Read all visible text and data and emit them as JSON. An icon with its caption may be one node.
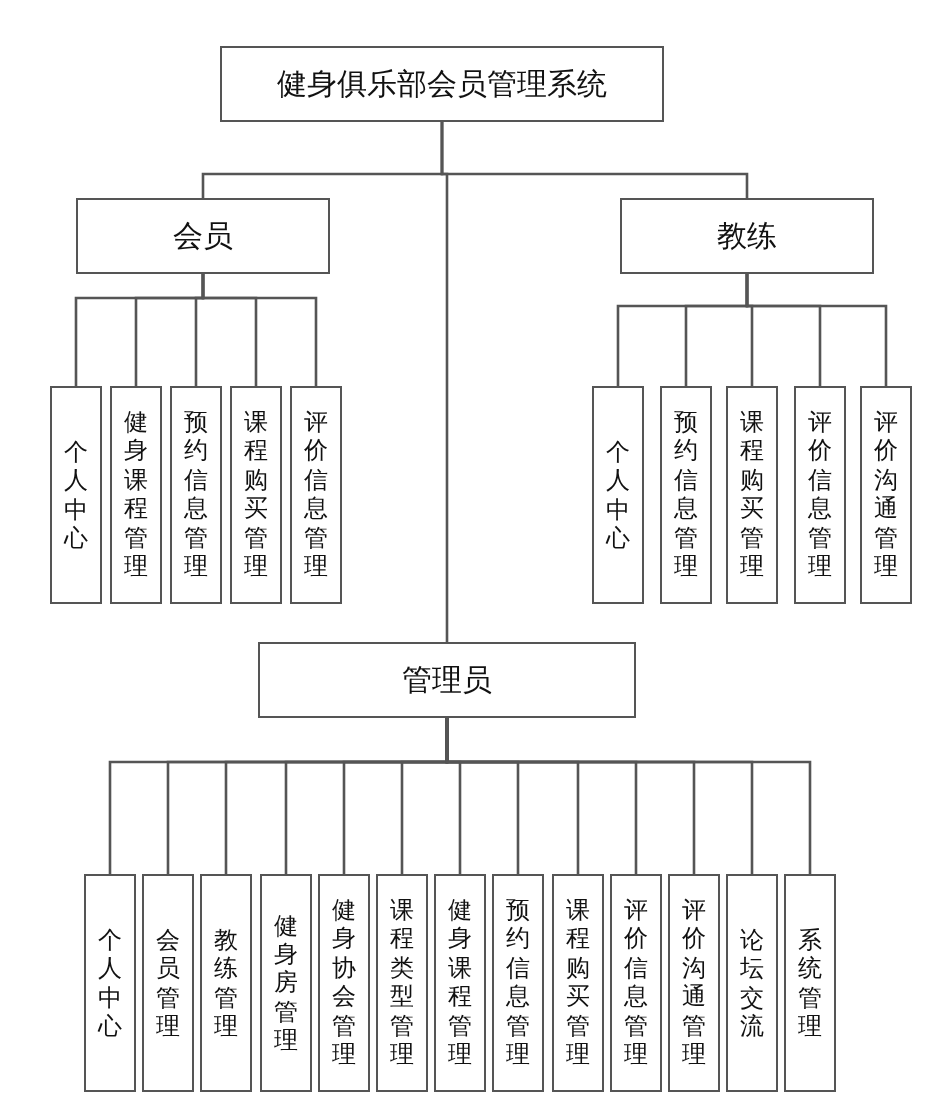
{
  "diagram": {
    "nodes": [
      {
        "text": [
          "健身俱乐部会员管理系统"
        ]
      },
      {
        "text": [
          "会员"
        ]
      },
      {
        "text": [
          "教练"
        ]
      },
      {
        "text": [
          "个人中心"
        ]
      },
      {
        "text": [
          "健身课程管理"
        ]
      },
      {
        "text": [
          "预约信息管理"
        ]
      },
      {
        "text": [
          "课程购买管理"
        ]
      },
      {
        "text": [
          "评价信息管理"
        ]
      },
      {
        "text": [
          "个人中心"
        ]
      },
      {
        "text": [
          "预约信息管理"
        ]
      },
      {
        "text": [
          "课程购买管理"
        ]
      },
      {
        "text": [
          "评价信息管理"
        ]
      },
      {
        "text": [
          "评价沟通管理"
        ]
      },
      {
        "text": [
          "管理员"
        ]
      },
      {
        "text": [
          "个人中心"
        ]
      },
      {
        "text": [
          "会员管理"
        ]
      },
      {
        "text": [
          "教练管理"
        ]
      },
      {
        "text": [
          "健身房管理"
        ]
      },
      {
        "text": [
          "健身协会管理"
        ]
      },
      {
        "text": [
          "课程类型管理"
        ]
      },
      {
        "text": [
          "健身课程管理"
        ]
      },
      {
        "text": [
          "预约信息管理"
        ]
      },
      {
        "text": [
          "课程购买管理"
        ]
      },
      {
        "text": [
          "评价信息管理"
        ]
      },
      {
        "text": [
          "评价沟通管理"
        ]
      },
      {
        "text": [
          "论坛交流"
        ]
      },
      {
        "text": [
          "系统管理"
        ]
      }
    ],
    "edges": [
      {
        "from": 0,
        "to": 1,
        "arrow": "none"
      },
      {
        "from": 0,
        "to": 2,
        "arrow": "none"
      },
      {
        "from": 0,
        "to": 13,
        "arrow": "none"
      },
      {
        "from": 1,
        "to": 3,
        "arrow": "none"
      },
      {
        "from": 1,
        "to": 4,
        "arrow": "none"
      },
      {
        "from": 1,
        "to": 5,
        "arrow": "none"
      },
      {
        "from": 1,
        "to": 6,
        "arrow": "none"
      },
      {
        "from": 1,
        "to": 7,
        "arrow": "none"
      },
      {
        "from": 2,
        "to": 8,
        "arrow": "none"
      },
      {
        "from": 2,
        "to": 9,
        "arrow": "none"
      },
      {
        "from": 2,
        "to": 10,
        "arrow": "none"
      },
      {
        "from": 2,
        "to": 11,
        "arrow": "none"
      },
      {
        "from": 2,
        "to": 12,
        "arrow": "none"
      },
      {
        "from": 13,
        "to": 14,
        "arrow": "none"
      },
      {
        "from": 13,
        "to": 15,
        "arrow": "none"
      },
      {
        "from": 13,
        "to": 16,
        "arrow": "none"
      },
      {
        "from": 13,
        "to": 17,
        "arrow": "none"
      },
      {
        "from": 13,
        "to": 18,
        "arrow": "none"
      },
      {
        "from": 13,
        "to": 19,
        "arrow": "none"
      },
      {
        "from": 13,
        "to": 20,
        "arrow": "none"
      },
      {
        "from": 13,
        "to": 21,
        "arrow": "none"
      },
      {
        "from": 13,
        "to": 22,
        "arrow": "none"
      },
      {
        "from": 13,
        "to": 23,
        "arrow": "none"
      },
      {
        "from": 13,
        "to": 24,
        "arrow": "none"
      },
      {
        "from": 13,
        "to": 25,
        "arrow": "none"
      },
      {
        "from": 13,
        "to": 26,
        "arrow": "none"
      }
    ]
  }
}
